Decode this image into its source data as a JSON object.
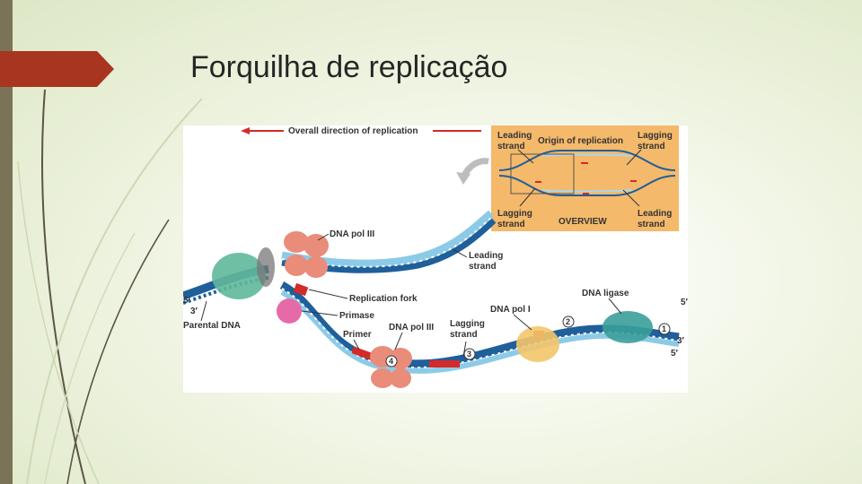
{
  "slide": {
    "title": "Forquilha de replicação"
  },
  "diagram": {
    "direction_label": "Overall direction of replication",
    "overview": {
      "leading_strand_top_left": "Leading strand",
      "origin": "Origin of replication",
      "lagging_strand_top_right": "Lagging strand",
      "lagging_strand_bottom_left": "Lagging strand",
      "title": "OVERVIEW",
      "leading_strand_bottom_right": "Leading strand"
    },
    "labels": {
      "dna_pol_iii_top": "DNA pol III",
      "leading_strand": "Leading strand",
      "replication_fork": "Replication fork",
      "primase": "Primase",
      "parental_dna": "Parental DNA",
      "primer": "Primer",
      "dna_pol_iii_bottom": "DNA pol III",
      "lagging_strand": "Lagging strand",
      "dna_pol_i": "DNA pol I",
      "dna_ligase": "DNA ligase"
    },
    "ends": {
      "five_prime": "5′",
      "three_prime": "3′"
    },
    "steps": [
      "1",
      "2",
      "3",
      "4"
    ],
    "colors": {
      "parental_strand": "#1f5f9a",
      "new_strand": "#8ccbe8",
      "primer": "#d42a2a",
      "arrow": "#d42a2a",
      "overview_bg": "#f4b96b",
      "helicase": "#5fb89a",
      "primase": "#e66aa8",
      "dna_pol_iii": "#e98c7a",
      "dna_pol_i": "#f3c56a",
      "dna_ligase": "#3a9f9a"
    }
  }
}
